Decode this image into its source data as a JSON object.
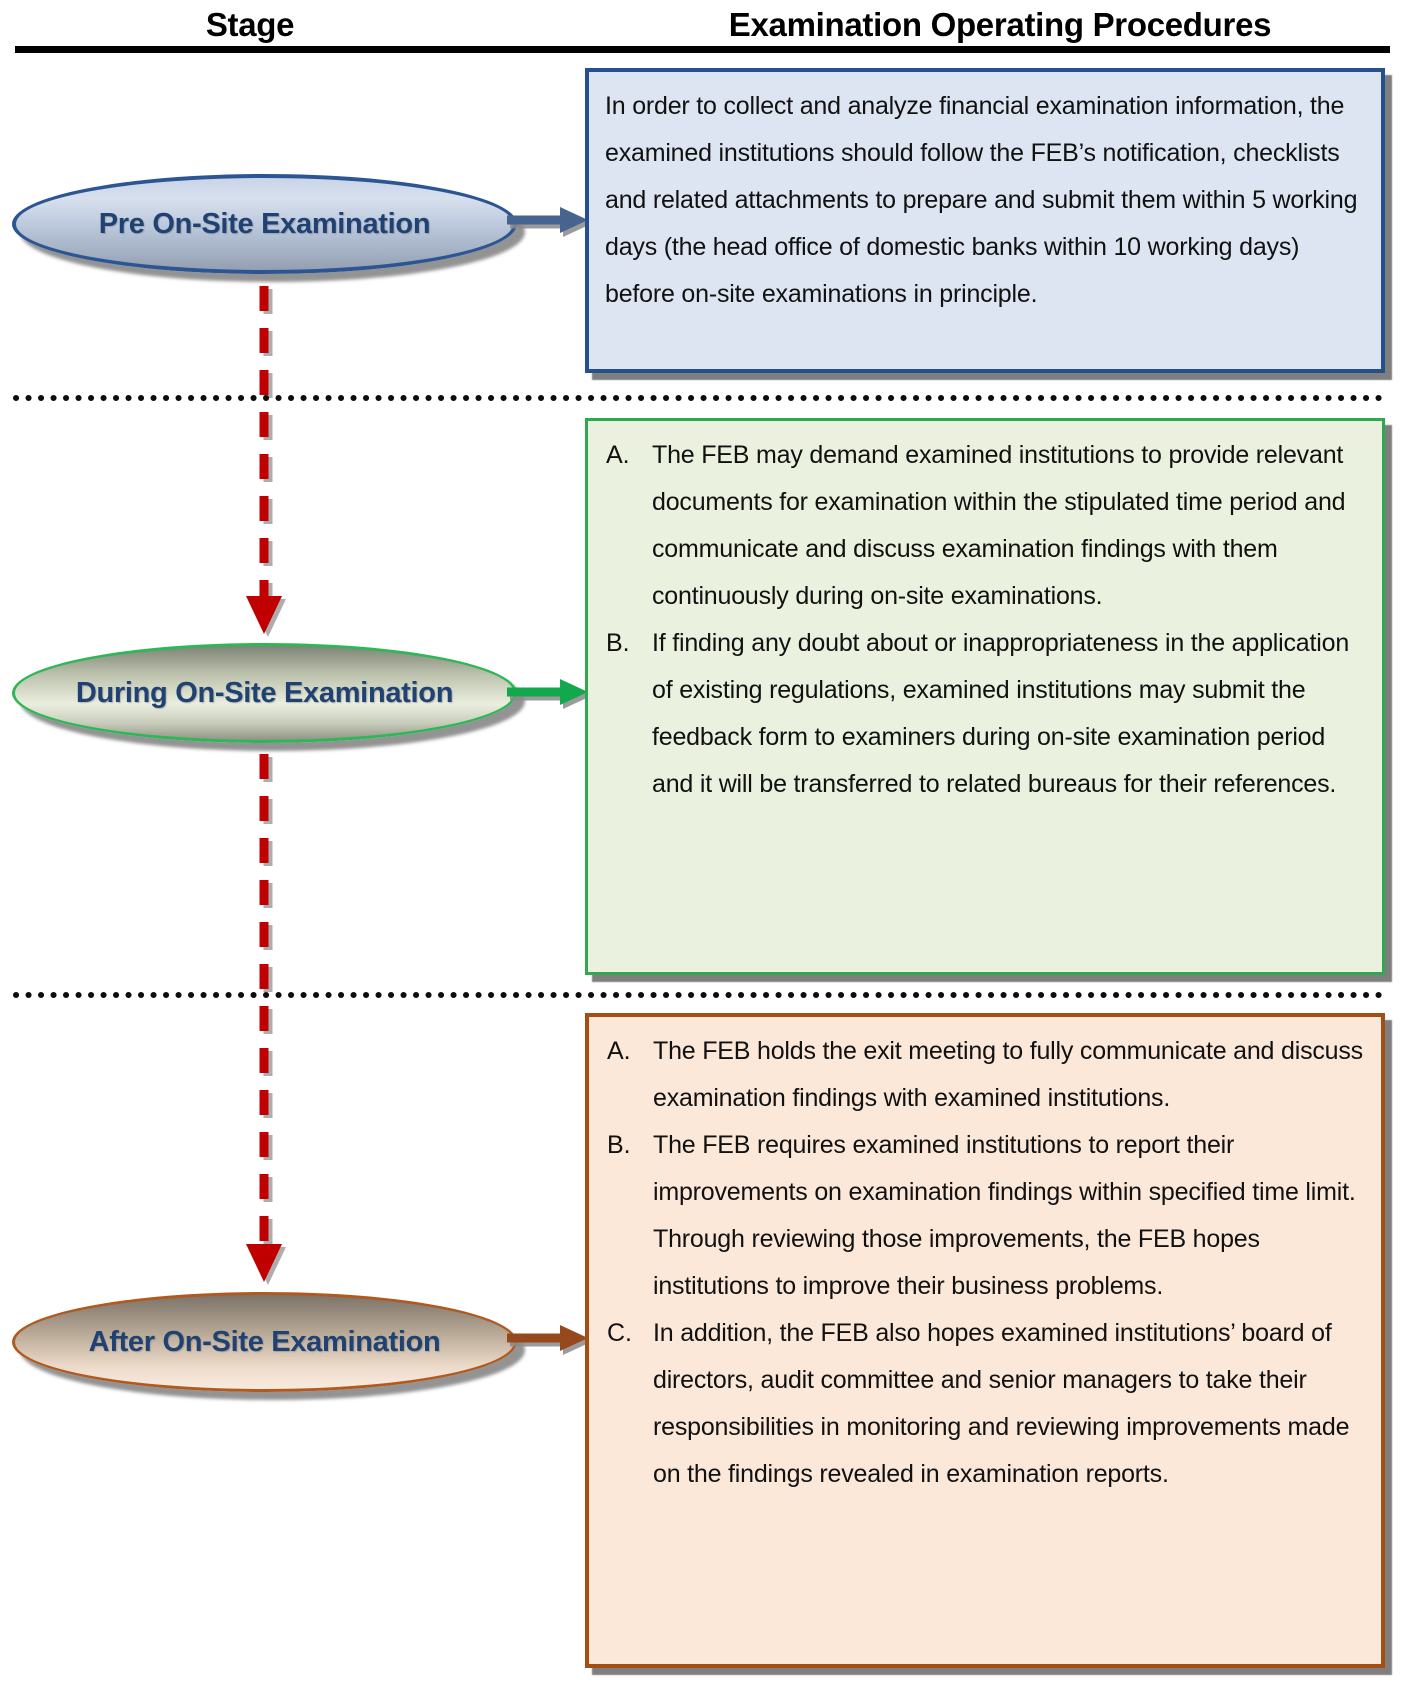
{
  "header": {
    "stage_label": "Stage",
    "procedures_label": "Examination Operating Procedures"
  },
  "stages": [
    {
      "label": "Pre On-Site Examination",
      "accent_color": "#2b5593",
      "box_bg": "#dce5f1",
      "box_border": "#24508f",
      "arrow_color": "#47638f",
      "box": {
        "text": "In order to collect and analyze financial examination information, the examined institutions should follow the FEB’s notification, checklists and related attachments to prepare and submit them within 5 working days (the head office of domestic banks within 10 working days) before on-site examinations in principle."
      }
    },
    {
      "label": "During On-Site Examination",
      "accent_color": "#2db757",
      "box_bg": "#eaf1de",
      "box_border": "#2fa84f",
      "arrow_color": "#12a94e",
      "box": {
        "items": [
          {
            "marker": "A.",
            "text": "The FEB may demand examined institutions to provide relevant documents for examination within the stipulated time period and communicate and discuss examination findings with them continuously during on-site examinations."
          },
          {
            "marker": "B.",
            "text": "If finding any doubt about or inappropriateness in the application of existing regulations, examined institutions may submit the feedback form to examiners during on-site examination period and it will be transferred to related bureaus for their references."
          }
        ]
      }
    },
    {
      "label": "After On-Site Examination",
      "accent_color": "#b05a20",
      "box_bg": "#fbe8d9",
      "box_border": "#a34e15",
      "arrow_color": "#96491d",
      "box": {
        "items": [
          {
            "marker": "A.",
            "text": "The FEB holds the exit meeting to fully communicate and discuss examination findings with examined institutions."
          },
          {
            "marker": "B.",
            "text": "The FEB requires examined institutions to report their improvements on examination findings within specified time limit. Through reviewing those improvements, the FEB hopes institutions to improve their business problems."
          },
          {
            "marker": "C.",
            "text": "In addition, the FEB also hopes examined institutions’ board of directors, audit committee and senior managers to take their responsibilities in monitoring and reviewing improvements made on the findings revealed in examination reports."
          }
        ]
      }
    }
  ],
  "connector": {
    "color": "#c00000",
    "style": "dashed-arrow-down"
  },
  "separator": {
    "color": "#000000",
    "style": "dotted-line",
    "count": 2
  },
  "icons": {
    "stage_to_box_arrow": "right-arrow",
    "stage_flow_connector": "dashed-down-arrow",
    "stage_divider": "dotted-horizontal-line"
  }
}
